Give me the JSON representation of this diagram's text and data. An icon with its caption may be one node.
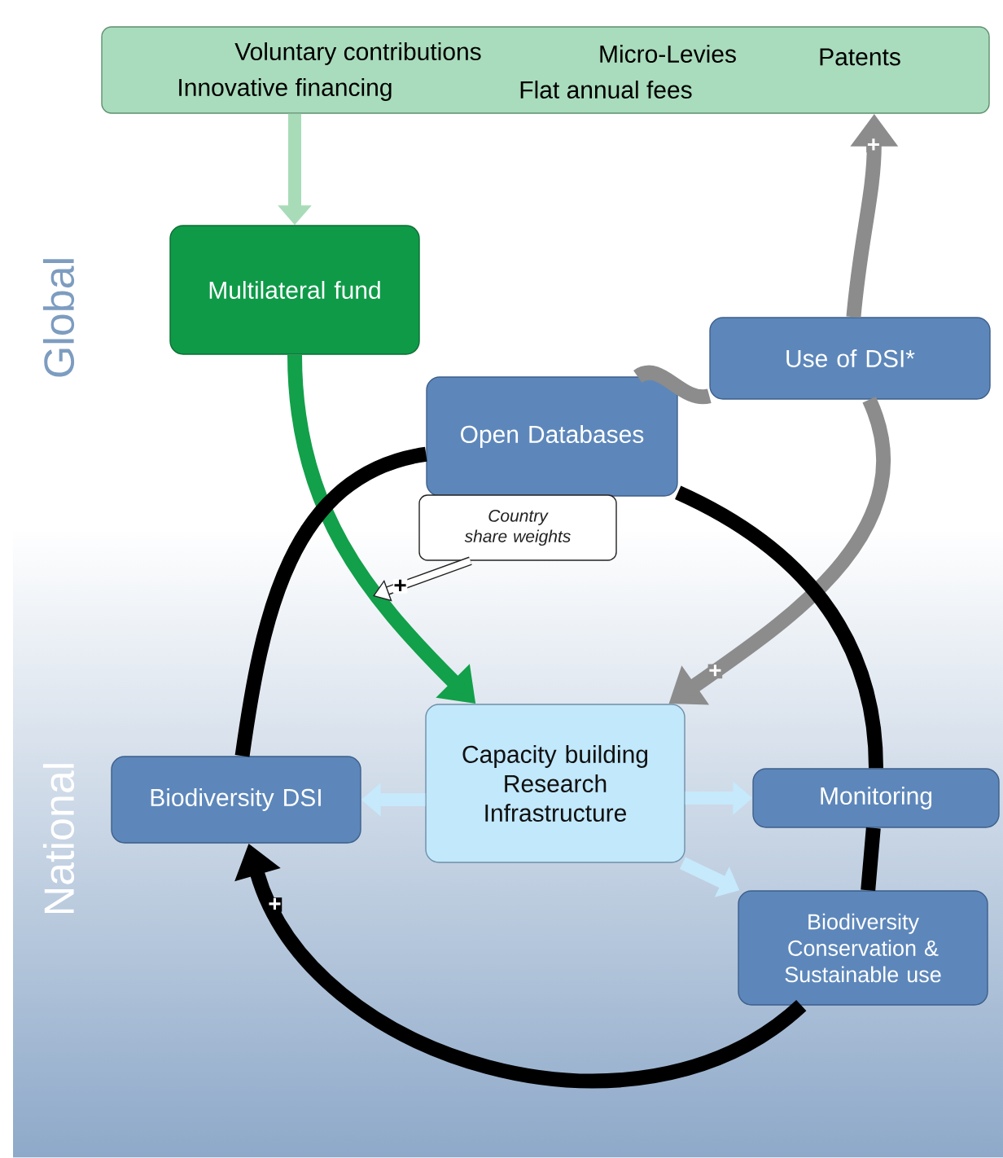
{
  "diagram": {
    "nodes": [
      {
        "text": [
          "Voluntary contributions",
          "Micro-Levies",
          "Patents",
          "Innovative financing",
          "Flat annual fees"
        ]
      },
      {
        "text": [
          "Multilateral fund"
        ]
      },
      {
        "text": [
          "Use of DSI*"
        ]
      },
      {
        "text": [
          "Open Databases"
        ]
      },
      {
        "text": [
          "Country share weights"
        ]
      },
      {
        "text": [
          "Capacity building Research Infrastructure"
        ]
      },
      {
        "text": [
          "Biodiversity DSI"
        ]
      },
      {
        "text": [
          "Monitoring"
        ]
      },
      {
        "text": [
          "Biodiversity Conservation & Sustainable use"
        ]
      }
    ],
    "edges": [
      {
        "from": 0,
        "to": 1,
        "arrow": "to",
        "color": "#a8dcb8"
      },
      {
        "from": 1,
        "to": 5,
        "arrow": "to",
        "color": "#12a04a"
      },
      {
        "from": 3,
        "to": 2,
        "arrow": "none",
        "color": "#8c8c8c"
      },
      {
        "from": 2,
        "to": 0,
        "arrow": "to",
        "color": "#8c8c8c",
        "label": "+"
      },
      {
        "from": 2,
        "to": 5,
        "arrow": "to",
        "color": "#8c8c8c",
        "label": "+"
      },
      {
        "from": 4,
        "to": null,
        "arrow": "to",
        "color": "#222222",
        "label": "+"
      },
      {
        "from": 8,
        "to": 6,
        "arrow": "to",
        "color": "#000000",
        "label": "+"
      },
      {
        "from": 6,
        "to": 3,
        "arrow": "none",
        "color": "#000000"
      },
      {
        "from": 3,
        "to": 7,
        "arrow": "none",
        "color": "#000000"
      },
      {
        "from": 7,
        "to": 8,
        "arrow": "none",
        "color": "#000000"
      },
      {
        "from": 5,
        "to": 6,
        "arrow": "to",
        "color": "#c6e9fb"
      },
      {
        "from": 5,
        "to": 7,
        "arrow": "to",
        "color": "#c6e9fb"
      },
      {
        "from": 5,
        "to": 8,
        "arrow": "to",
        "color": "#c6e9fb"
      }
    ],
    "labels": [
      "Global",
      "National"
    ]
  }
}
